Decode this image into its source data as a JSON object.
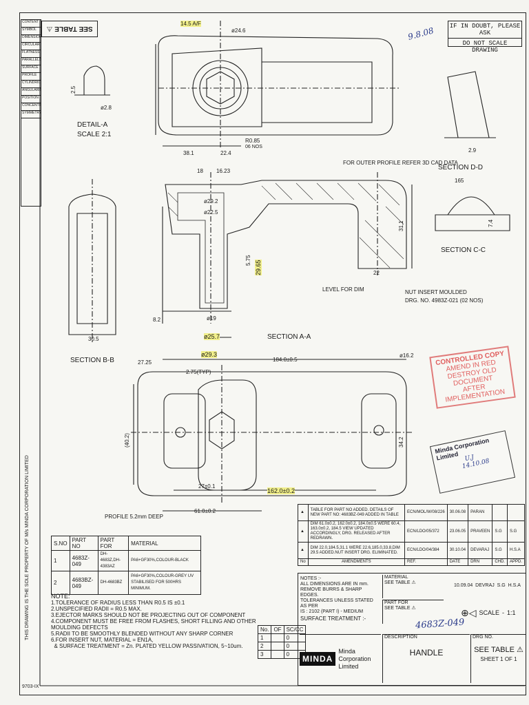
{
  "header": {
    "see_table": "SEE TABLE",
    "doubt_line1": "IF IN DOUBT, PLEASE ASK",
    "doubt_line2": "DO NOT SCALE DRAWING"
  },
  "views": {
    "detail_a_title": "DETAIL-A",
    "detail_a_scale": "SCALE 2:1",
    "section_bb": "SECTION B-B",
    "section_aa": "SECTION A-A",
    "section_cc": "SECTION C-C",
    "section_dd": "SECTION D-D",
    "outer_profile_note": "FOR OUTER PROFILE REFER 3D CAD DATA",
    "level_for_dim": "LEVEL FOR DIM",
    "nut_insert": "NUT INSERT MOULDED",
    "nut_drg": "DRG. NO. 4983Z-021 (02 NOS)",
    "profile_deep": "PROFILE 5.2mm DEEP"
  },
  "dims": {
    "d14_5": "14.5 A/F",
    "d24_6": "ø24.6",
    "r0_85": "R0.85",
    "r0_85_nos": "06 NOS",
    "d38": "38.1",
    "d22_4": "22.4",
    "d18": "18",
    "d16": "16.23",
    "d29_2": "ø29.2",
    "d22_5": "ø22.5",
    "d29_65": "29.65",
    "d5_75": "5.75",
    "d25_7": "ø25.7",
    "d29_3": "ø29.3",
    "d19": "ø19",
    "d8_2": "8.2",
    "d30_5": "30.5",
    "d184": "184.0±0.5",
    "d22": "22",
    "d31_1": "31.1",
    "d16_2": "ø16.2",
    "d27_25": "27.25",
    "d2_75": "2.75(TYP)",
    "d162": "162.0±0.2",
    "d27": "27±0.1",
    "d61": "61.0±0.2",
    "d40_2": "(40.2)",
    "d34_2": "34.2",
    "d2_8": "ø2.8",
    "d2_5": "2.5",
    "d2_9": "2.9",
    "d7_4": "7.4",
    "d165": "165"
  },
  "parts_table": {
    "headers": [
      "S.NO",
      "PART NO",
      "PART FOR",
      "MATERIAL"
    ],
    "rows": [
      [
        "1",
        "4683Z-049",
        "DH-4683Z,DH-4383AZ",
        "PA6+GF30%,COLOUR-BLACK"
      ],
      [
        "2",
        "4683BZ-049",
        "DH-4683BZ",
        "PA6+GF30%,COLOUR-GREY UV STABILISED FOR 500HRS MINIMUM."
      ]
    ]
  },
  "notes": {
    "title": "NOTE:",
    "lines": [
      "1.TOLERANCE OF RADIUS LESS THAN R0.5 IS ±0.1",
      "2.UNSPECIFIED RADII = R0.5 MAX.",
      "3.EJECTOR MARKS SHOULD NOT BE PROJECTING OUT OF COMPONENT",
      "4.COMPONENT MUST BE FREE FROM FLASHES, SHORT FILLING AND OTHER MOULDING DEFECTS",
      "5.RADII TO BE SMOOTHLY BLENDED WITHOUT ANY SHARP CORNER",
      "6.FOR INSERT NUT, MATERIAL = EN1A,",
      "  & SURFACE TREATMENT = Zn. PLATED YELLOW PASSIVATION, 5~10um."
    ]
  },
  "revisions": {
    "rows": [
      {
        "sym": "▲",
        "text": "TABLE FOR PART NO ADDED. DETAILS OF NEW PART NO: 4683BZ-049 ADDED IN TABLE",
        "ref": "ECN/MOL/W/08/226",
        "date": "30.06.08",
        "drn": "PARAN",
        "chd": "",
        "appd": ""
      },
      {
        "sym": "▲",
        "text": "DIM 61.0±0.2, 162.0±0.2, 184.0±0.5 WERE 60.4, 163.0±0.2, 184.5 VIEW UPDATED ACCORDINGLY, DRG. RELEASED AFTER REDRAWN.",
        "ref": "ECN/LDO/05/372",
        "date": "23.06.05",
        "drn": "PRAVEEN",
        "chd": "S.G",
        "appd": "S.G"
      },
      {
        "sym": "▲",
        "text": "DIM 22.0,184.5,31.1 WERE 22.6,185.0,33.8,DIM 29.5 ADDED.NUT INSERT DRG. ELIMINATED.",
        "ref": "ECN/LDO/04/384",
        "date": "30.10.04",
        "drn": "DEVARAJ",
        "chd": "S.G",
        "appd": "H.S.A"
      }
    ],
    "header": [
      "No",
      "AMENDMENTS",
      "REF.",
      "DATE",
      "DRN",
      "CHD.",
      "APPD."
    ]
  },
  "title_block": {
    "notes_title": "NOTES :-",
    "notes_lines": [
      "ALL DIMENSIONS ARE IN mm.",
      "REMOVE BURRS & SHARP EDGES.",
      "TOLERANCES UNLESS STATED AS PER",
      "IS : 2102 (PART I) -   MEDIUM"
    ],
    "surface": "SURFACE TREATMENT :-",
    "material_label": "MATERIAL",
    "material_value": "SEE TABLE",
    "part_for_label": "PART FOR",
    "part_for_value": "SEE TABLE",
    "date": "10.09.04",
    "drn": "DEVRAJ",
    "chd": "S.G",
    "appd": "H.S.A",
    "scale_label": "SCALE",
    "scale_value": "1:1",
    "company_logo": "MINDA",
    "company_name": "Minda Corporation Limited",
    "description_label": "DESCRIPTION",
    "description": "HANDLE",
    "drg_no_label": "DRG NO.",
    "drg_no": "SEE TABLE",
    "sheet": "SHEET 1 OF 1",
    "handwritten_part": "4683Z-049"
  },
  "qty_table": {
    "headers": [
      "No.",
      "OF",
      "SC/CC"
    ],
    "rows": [
      [
        "1",
        "",
        "0"
      ],
      [
        "2",
        "",
        "0"
      ],
      [
        "3",
        "",
        "0"
      ]
    ]
  },
  "stamps": {
    "controlled_1": "CONTROLLED COPY",
    "controlled_2": "AMEND IN RED",
    "controlled_3": "DESTROY OLD DOCUMENT",
    "controlled_4": "AFTER IMPLEMENTATION",
    "minda_stamp": "Minda Corporation Limited",
    "minda_initials": "U.J",
    "minda_date": "14.10.08"
  },
  "sidebar": {
    "legend": [
      "CONTENT",
      "SYMBOL",
      "DIMENSION",
      "CIRCULARITY",
      "FLATNESS",
      "PARALLELISM",
      "SURFACE",
      "PROFILE",
      "CYLINDRICITY",
      "ANGULARITY",
      "POSITION",
      "CONCENTRICITY",
      "SYMMETRY"
    ],
    "copyright": "THIS DRAWING IS THE SOLE PROPERTY OF M/s MINDA CORPORATION LIMITED",
    "footer_code": "9703-IX"
  },
  "handwritten_top": "9.8.08"
}
